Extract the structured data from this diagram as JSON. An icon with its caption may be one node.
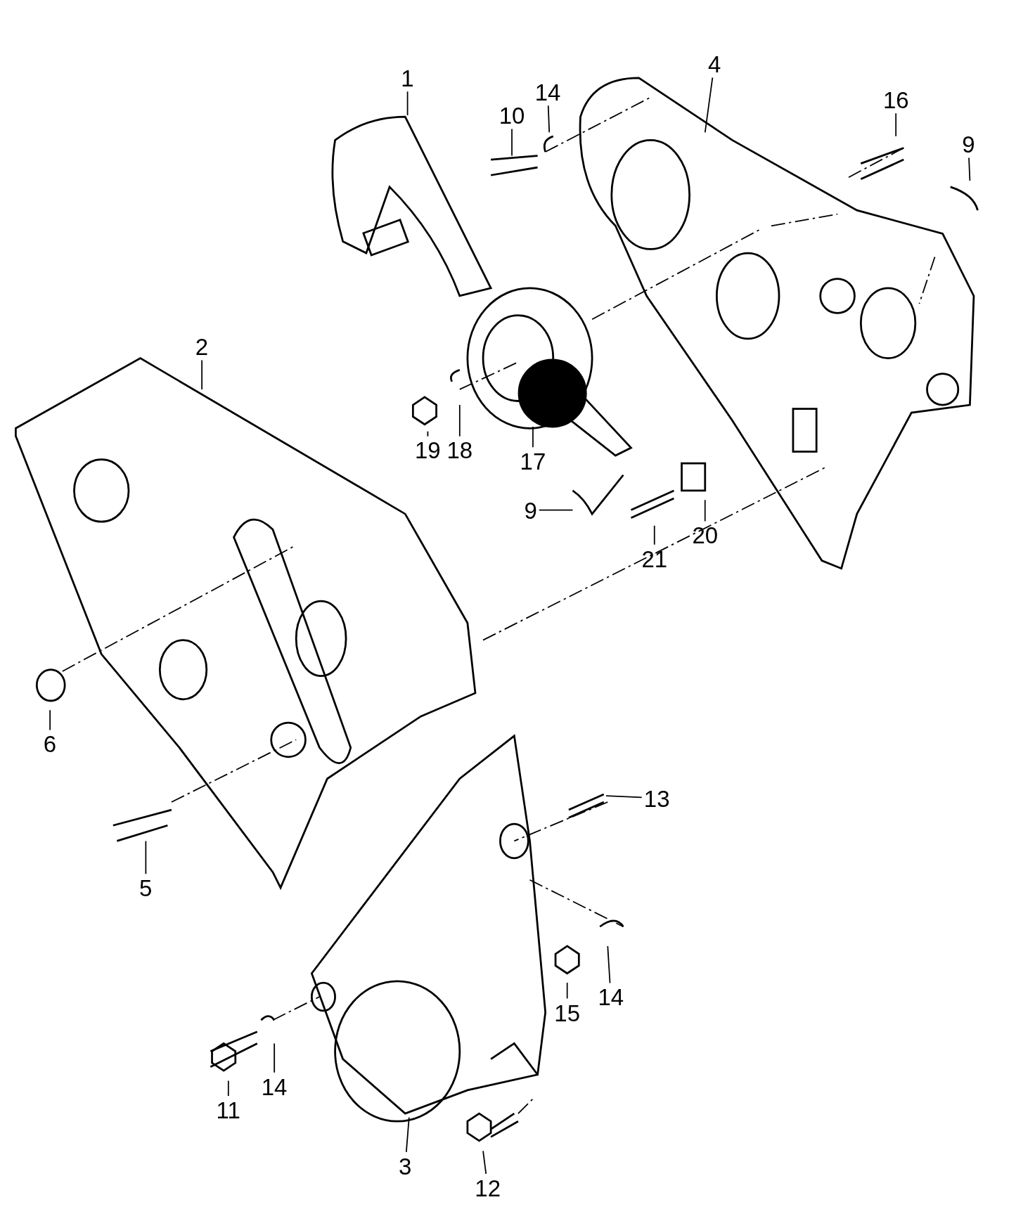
{
  "diagram": {
    "nodes": [
      {
        "text": [
          "1"
        ]
      },
      {
        "text": [
          "14"
        ]
      },
      {
        "text": [
          "10"
        ]
      },
      {
        "text": [
          "4"
        ]
      },
      {
        "text": [
          "16"
        ]
      },
      {
        "text": [
          "9"
        ]
      },
      {
        "text": [
          "2"
        ]
      },
      {
        "text": [
          "19"
        ]
      },
      {
        "text": [
          "18"
        ]
      },
      {
        "text": [
          "17"
        ]
      },
      {
        "text": [
          "9"
        ]
      },
      {
        "text": [
          "21"
        ]
      },
      {
        "text": [
          "20"
        ]
      },
      {
        "text": [
          "6"
        ]
      },
      {
        "text": [
          "13"
        ]
      },
      {
        "text": [
          "5"
        ]
      },
      {
        "text": [
          "15"
        ]
      },
      {
        "text": [
          "14"
        ]
      },
      {
        "text": [
          "14"
        ]
      },
      {
        "text": [
          "11"
        ]
      },
      {
        "text": [
          "3"
        ]
      },
      {
        "text": [
          "12"
        ]
      }
    ],
    "edges": [
      {
        "from": 0,
        "to": null,
        "arrow": "none"
      },
      {
        "from": 1,
        "to": null,
        "arrow": "none"
      },
      {
        "from": 2,
        "to": null,
        "arrow": "none"
      },
      {
        "from": 3,
        "to": null,
        "arrow": "none"
      },
      {
        "from": 4,
        "to": null,
        "arrow": "none"
      },
      {
        "from": 5,
        "to": null,
        "arrow": "none"
      },
      {
        "from": 6,
        "to": null,
        "arrow": "none"
      },
      {
        "from": 7,
        "to": null,
        "arrow": "none"
      },
      {
        "from": 8,
        "to": null,
        "arrow": "none"
      },
      {
        "from": 9,
        "to": null,
        "arrow": "none"
      },
      {
        "from": 10,
        "to": null,
        "arrow": "none"
      },
      {
        "from": 11,
        "to": null,
        "arrow": "none"
      },
      {
        "from": 12,
        "to": null,
        "arrow": "none"
      },
      {
        "from": 13,
        "to": null,
        "arrow": "none"
      },
      {
        "from": 14,
        "to": null,
        "arrow": "none"
      },
      {
        "from": 15,
        "to": null,
        "arrow": "none"
      },
      {
        "from": 16,
        "to": null,
        "arrow": "none"
      },
      {
        "from": 17,
        "to": null,
        "arrow": "none"
      },
      {
        "from": 18,
        "to": null,
        "arrow": "none"
      },
      {
        "from": 19,
        "to": null,
        "arrow": "none"
      },
      {
        "from": 20,
        "to": null,
        "arrow": "none"
      },
      {
        "from": 21,
        "to": null,
        "arrow": "none"
      }
    ]
  }
}
